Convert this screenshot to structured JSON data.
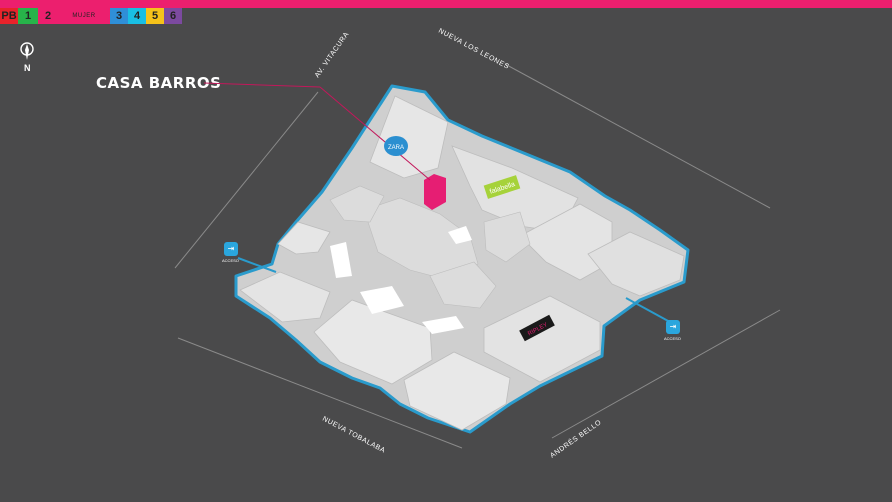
{
  "floors": {
    "items": [
      {
        "id": "pb",
        "label": "PB"
      },
      {
        "id": "f1",
        "label": "1"
      },
      {
        "id": "f2",
        "label": "2"
      },
      {
        "id": "sub",
        "label": "MUJER"
      },
      {
        "id": "f3",
        "label": "3"
      },
      {
        "id": "f4",
        "label": "4"
      },
      {
        "id": "f5",
        "label": "5"
      },
      {
        "id": "f6",
        "label": "6"
      }
    ],
    "colors": {
      "pb": "#e8232b",
      "f1": "#27b34a",
      "f2": "#ec1f6e",
      "f3": "#2f8fd8",
      "f4": "#19bfe4",
      "f5": "#f6c21a",
      "f6": "#7c4aa0"
    }
  },
  "compass": {
    "label": "N"
  },
  "store": {
    "name": "CASA BARROS",
    "highlight_color": "#e61e73"
  },
  "streets": {
    "vitacura": "AV. VITACURA",
    "leones": "NUEVA LOS LEONES",
    "tobalaba": "NUEVA TOBALABA",
    "bello": "ANDRÉS BELLO"
  },
  "access": {
    "label": "ACCESO"
  },
  "brands": {
    "zara": "ZARA",
    "falabella": "falabella",
    "ripley": "RIPLEY"
  },
  "map_colors": {
    "outline": "#2a9bcc",
    "building": "#d9d9d9",
    "background": "#4a4a4b"
  }
}
